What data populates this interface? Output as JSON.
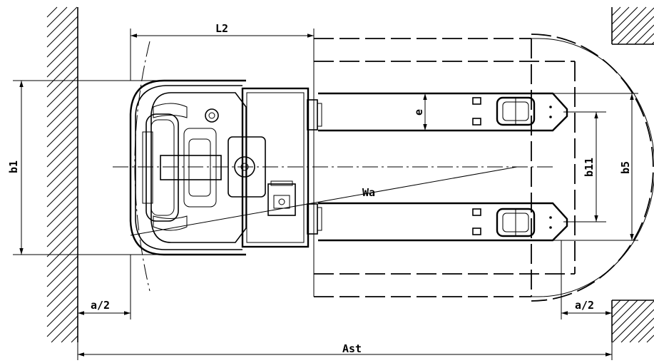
{
  "labels": {
    "L2": "L2",
    "b1": "b1",
    "e": "e",
    "b11": "b11",
    "b5": "b5",
    "Wa": "Wa",
    "a2_left": "a/2",
    "a2_right": "a/2",
    "Ast": "Ast"
  }
}
